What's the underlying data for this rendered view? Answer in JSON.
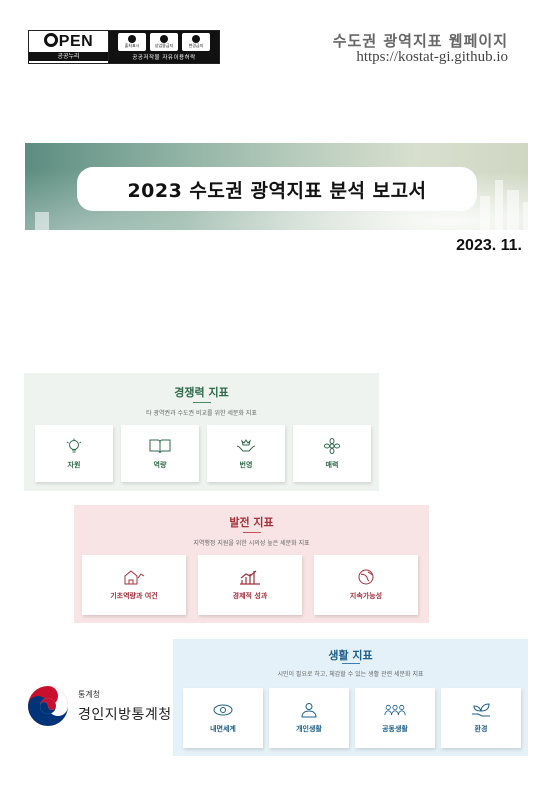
{
  "license": {
    "brand": "OPEN",
    "brand_sub": "공공누리",
    "icons": [
      {
        "name": "attribution-icon",
        "caption": "출처표시"
      },
      {
        "name": "commercial-icon",
        "caption": "상업용금지"
      },
      {
        "name": "no-derivs-icon",
        "caption": "변경금지"
      }
    ],
    "type_sub": "공공저작물 자유이용허락"
  },
  "site": {
    "title": "수도권 광역지표 웹페이지",
    "url": "https://kostat-gi.github.io"
  },
  "report": {
    "title": "2023 수도권 광역지표 분석 보고서",
    "date": "2023. 11."
  },
  "panels": [
    {
      "title": "경쟁력 지표",
      "description": "타 광역권과 수도권 비교를 위한 세분화 지표",
      "accent": "#2f6a4a",
      "cards": [
        {
          "label": "자원",
          "icon": "lightbulb-icon"
        },
        {
          "label": "역량",
          "icon": "open-book-icon"
        },
        {
          "label": "번영",
          "icon": "hands-crown-icon"
        },
        {
          "label": "매력",
          "icon": "flower-icon"
        }
      ]
    },
    {
      "title": "발전 지표",
      "description": "지역행정 지원을 위한 시의성 높은 세분화 지표",
      "accent": "#a3313b",
      "cards": [
        {
          "label": "기초역량과 여건",
          "icon": "house-growth-icon"
        },
        {
          "label": "경제적 성과",
          "icon": "bar-chart-icon"
        },
        {
          "label": "지속가능성",
          "icon": "earth-leaf-icon"
        }
      ]
    },
    {
      "title": "생활 지표",
      "description": "시민이 필요로 하고, 체감할 수 있는 생활 관련 세분화 지표",
      "accent": "#1d5f8a",
      "cards": [
        {
          "label": "내면세계",
          "icon": "heart-eye-icon"
        },
        {
          "label": "개인생활",
          "icon": "person-icon"
        },
        {
          "label": "공동생활",
          "icon": "group-icon"
        },
        {
          "label": "환경",
          "icon": "hand-leaf-icon"
        }
      ]
    }
  ],
  "agency": {
    "label_small": "통계청",
    "label_big": "경인지방통계청"
  }
}
